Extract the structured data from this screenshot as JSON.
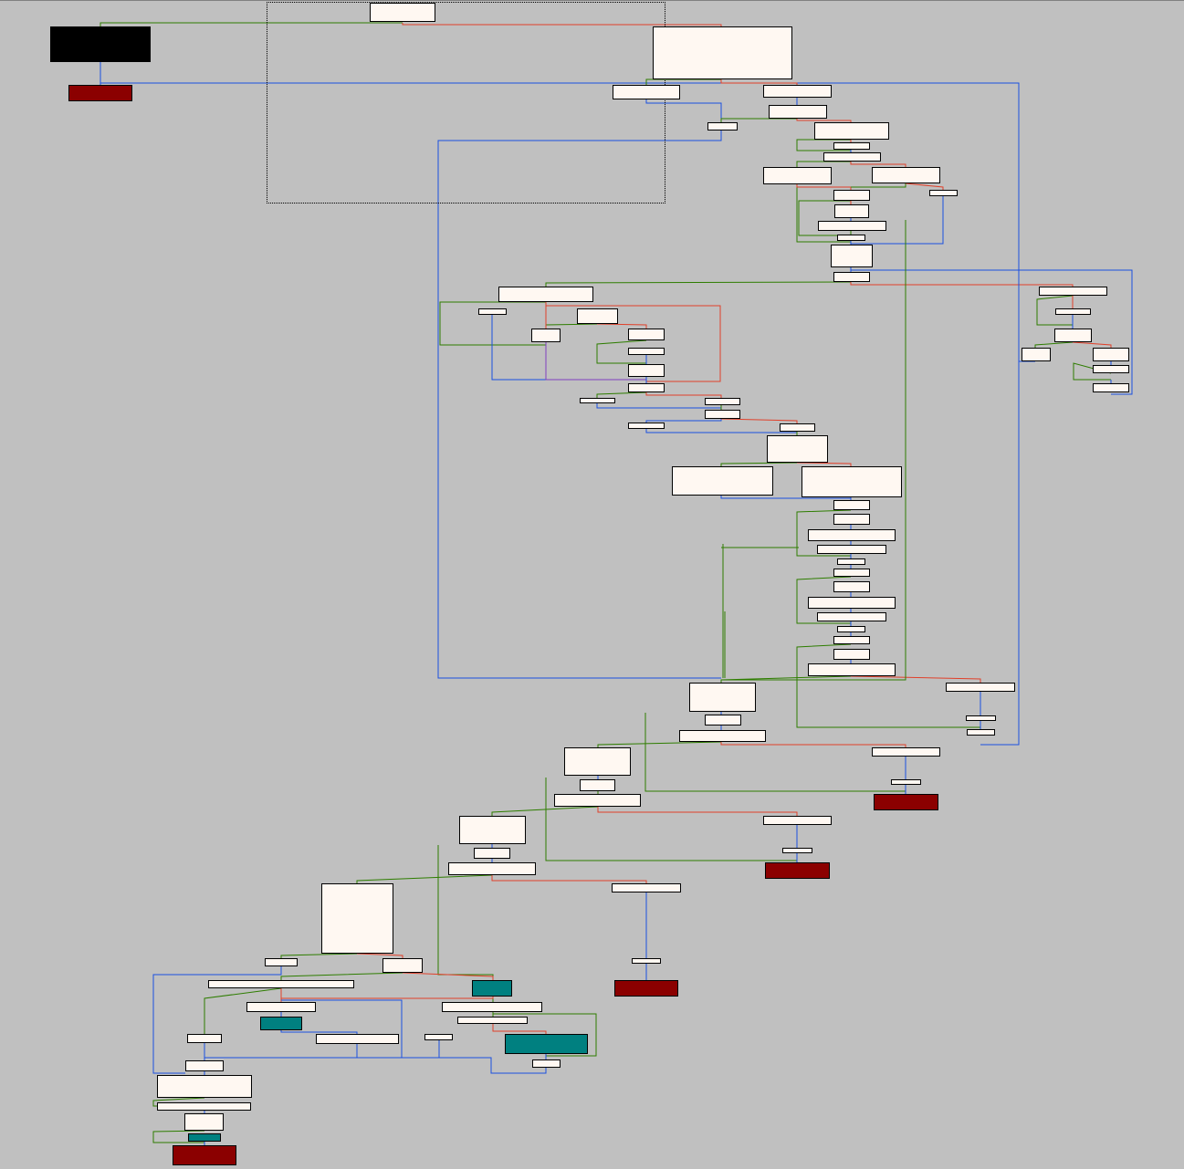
{
  "graph": {
    "view": "control-flow-graph",
    "colors": {
      "background": "#c0c0c0",
      "block_fill": "#fff8f2",
      "entry_fill": "#000000",
      "exit_fill": "#8b0000",
      "call_fill": "#008080",
      "edge_true": "#2e7d00",
      "edge_false": "#e0402a",
      "edge_unconditional": "#1a4fe0",
      "edge_other": "#8040c0"
    },
    "node_count": 96,
    "kinds": [
      "entry",
      "block",
      "exit",
      "call"
    ]
  }
}
